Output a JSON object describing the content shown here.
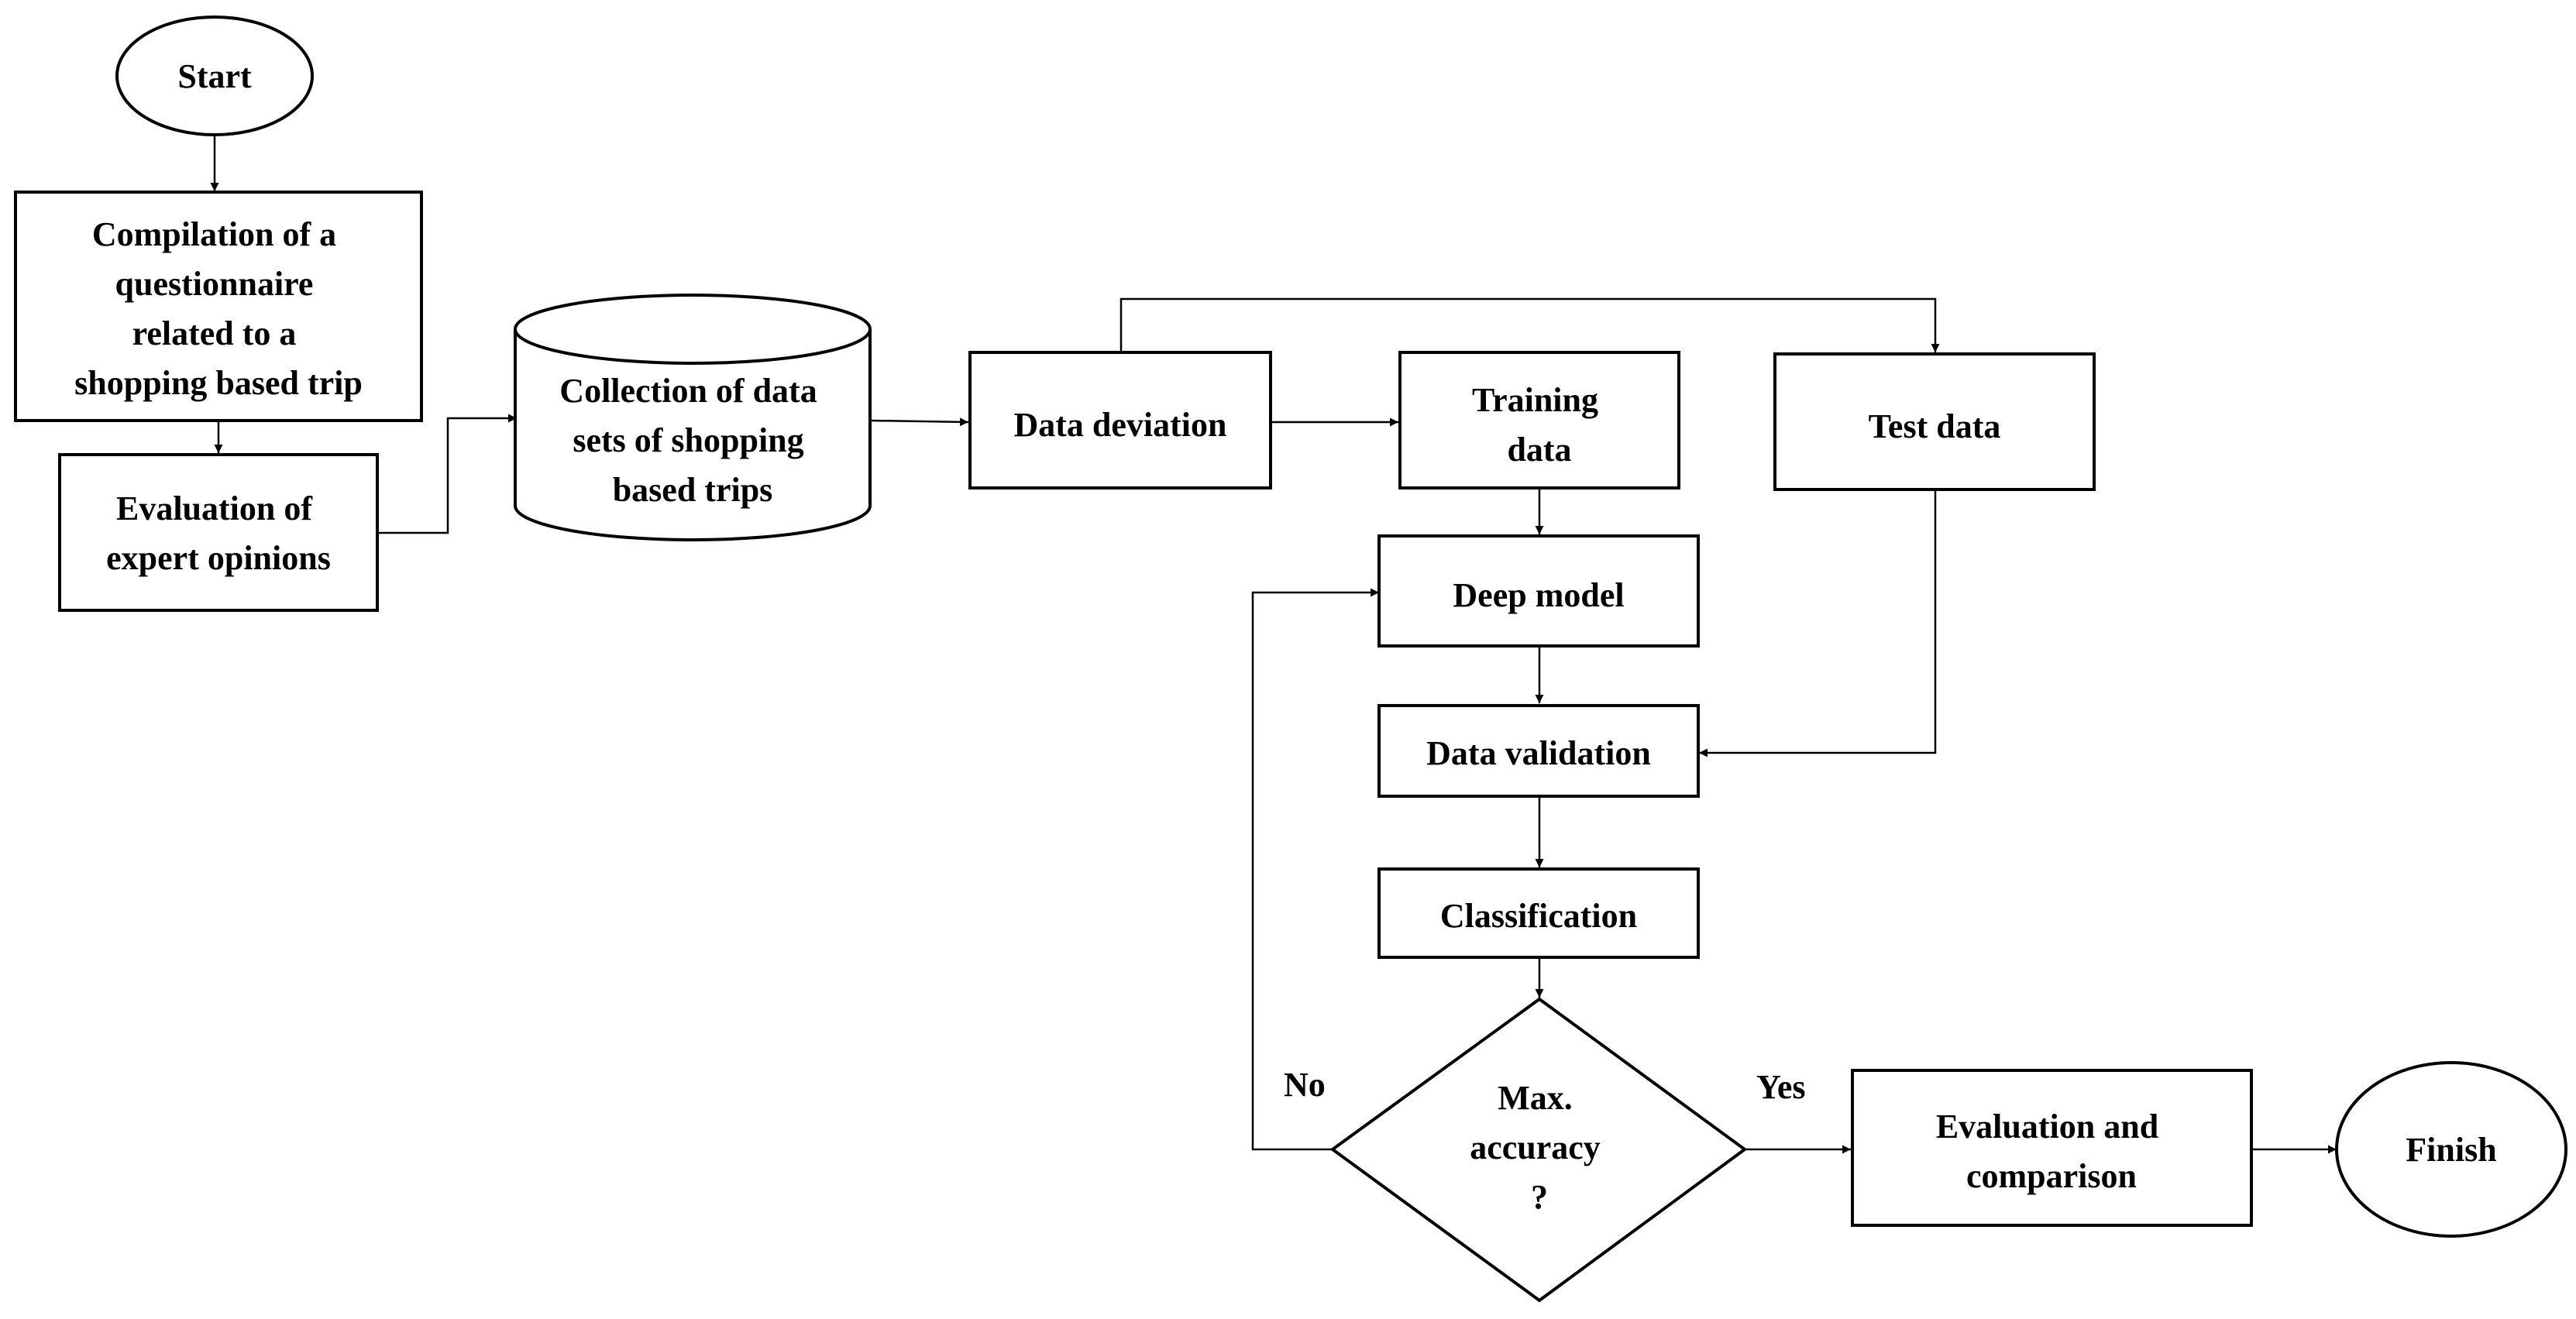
{
  "nodes": {
    "start": {
      "lines": [
        "Start"
      ]
    },
    "compilation": {
      "lines": [
        "Compilation of a",
        "questionnaire",
        "related to a",
        "shopping based trip"
      ]
    },
    "evaluation_expert": {
      "lines": [
        "Evaluation of",
        "expert opinions"
      ]
    },
    "collection": {
      "lines": [
        "Collection of data",
        "sets of shopping",
        "based trips"
      ]
    },
    "data_deviation": {
      "lines": [
        "Data deviation"
      ]
    },
    "training_data": {
      "lines": [
        "Training",
        "data"
      ]
    },
    "test_data": {
      "lines": [
        "Test data"
      ]
    },
    "deep_model": {
      "lines": [
        "Deep model"
      ]
    },
    "data_validation": {
      "lines": [
        "Data validation"
      ]
    },
    "classification": {
      "lines": [
        "Classification"
      ]
    },
    "max_accuracy": {
      "lines": [
        "Max.",
        "accuracy",
        "?"
      ]
    },
    "evaluation_comparison": {
      "lines": [
        "Evaluation and",
        "comparison"
      ]
    },
    "finish": {
      "lines": [
        "Finish"
      ]
    }
  },
  "edge_labels": {
    "no": "No",
    "yes": "Yes"
  },
  "colors": {
    "stroke": "#000000",
    "fill": "#ffffff",
    "text": "#000000"
  }
}
